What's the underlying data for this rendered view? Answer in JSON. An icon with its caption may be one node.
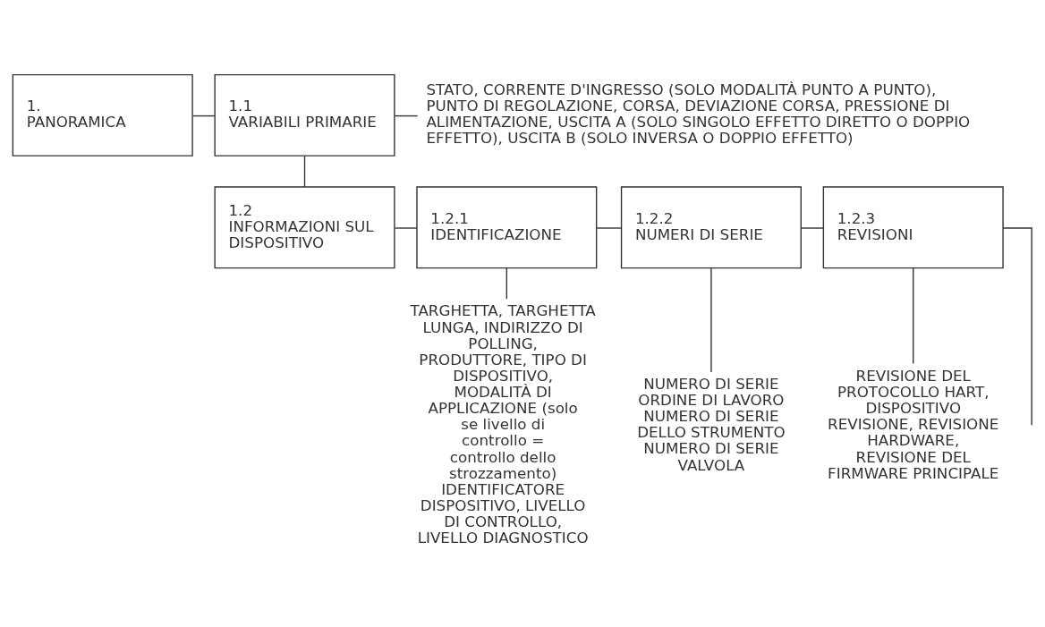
{
  "diagram": {
    "nodes": [
      {
        "text": [
          "1.",
          "PANORAMICA"
        ]
      },
      {
        "text": [
          "1.1",
          "VARIABILI PRIMARIE"
        ]
      },
      {
        "text": [
          "STATO, CORRENTE D'INGRESSO (SOLO MODALITÀ PUNTO A PUNTO), PUNTO DI REGOLAZIONE, CORSA, DEVIAZIONE CORSA, PRESSIONE DI ALIMENTAZIONE, USCITA A (SOLO SINGOLO EFFETTO DIRETTO O DOPPIO EFFETTO), USCITA B (SOLO INVERSA O DOPPIO EFFETTO)"
        ]
      },
      {
        "text": [
          "1.2",
          "INFORMAZIONI SUL DISPOSITIVO"
        ]
      },
      {
        "text": [
          "1.2.1",
          "IDENTIFICAZIONE"
        ]
      },
      {
        "text": [
          "1.2.2",
          "NUMERI DI SERIE"
        ]
      },
      {
        "text": [
          "1.2.3",
          "REVISIONI"
        ]
      },
      {
        "text": [
          "TARGHETTA, TARGHETTA LUNGA, INDIRIZZO DI POLLING,",
          "PRODUTTORE, TIPO DI DISPOSITIVO, MODALITÀ DI APPLICAZIONE (solo se livello di controllo = controllo dello strozzamento) IDENTIFICATORE DISPOSITIVO, LIVELLO DI CONTROLLO, LIVELLO DIAGNOSTICO"
        ]
      },
      {
        "text": [
          "NUMERO DI SERIE ORDINE DI LAVORO",
          "NUMERO DI SERIE DELLO STRUMENTO",
          "NUMERO DI SERIE VALVOLA"
        ]
      },
      {
        "text": [
          "REVISIONE DEL PROTOCOLLO HART, DISPOSITIVO",
          "REVISIONE, REVISIONE HARDWARE,",
          "REVISIONE DEL FIRMWARE PRINCIPALE"
        ]
      }
    ],
    "edges": [
      {
        "from": 0,
        "to": 1,
        "arrow": "none"
      },
      {
        "from": 1,
        "to": 2,
        "arrow": "none"
      },
      {
        "from": 1,
        "to": 3,
        "arrow": "none"
      },
      {
        "from": 3,
        "to": 4,
        "arrow": "none"
      },
      {
        "from": 4,
        "to": 5,
        "arrow": "none"
      },
      {
        "from": 5,
        "to": 6,
        "arrow": "none"
      },
      {
        "from": 6,
        "to": null,
        "arrow": "none"
      },
      {
        "from": 4,
        "to": 7,
        "arrow": "none"
      },
      {
        "from": 5,
        "to": 8,
        "arrow": "none"
      },
      {
        "from": 6,
        "to": 9,
        "arrow": "none"
      }
    ]
  }
}
